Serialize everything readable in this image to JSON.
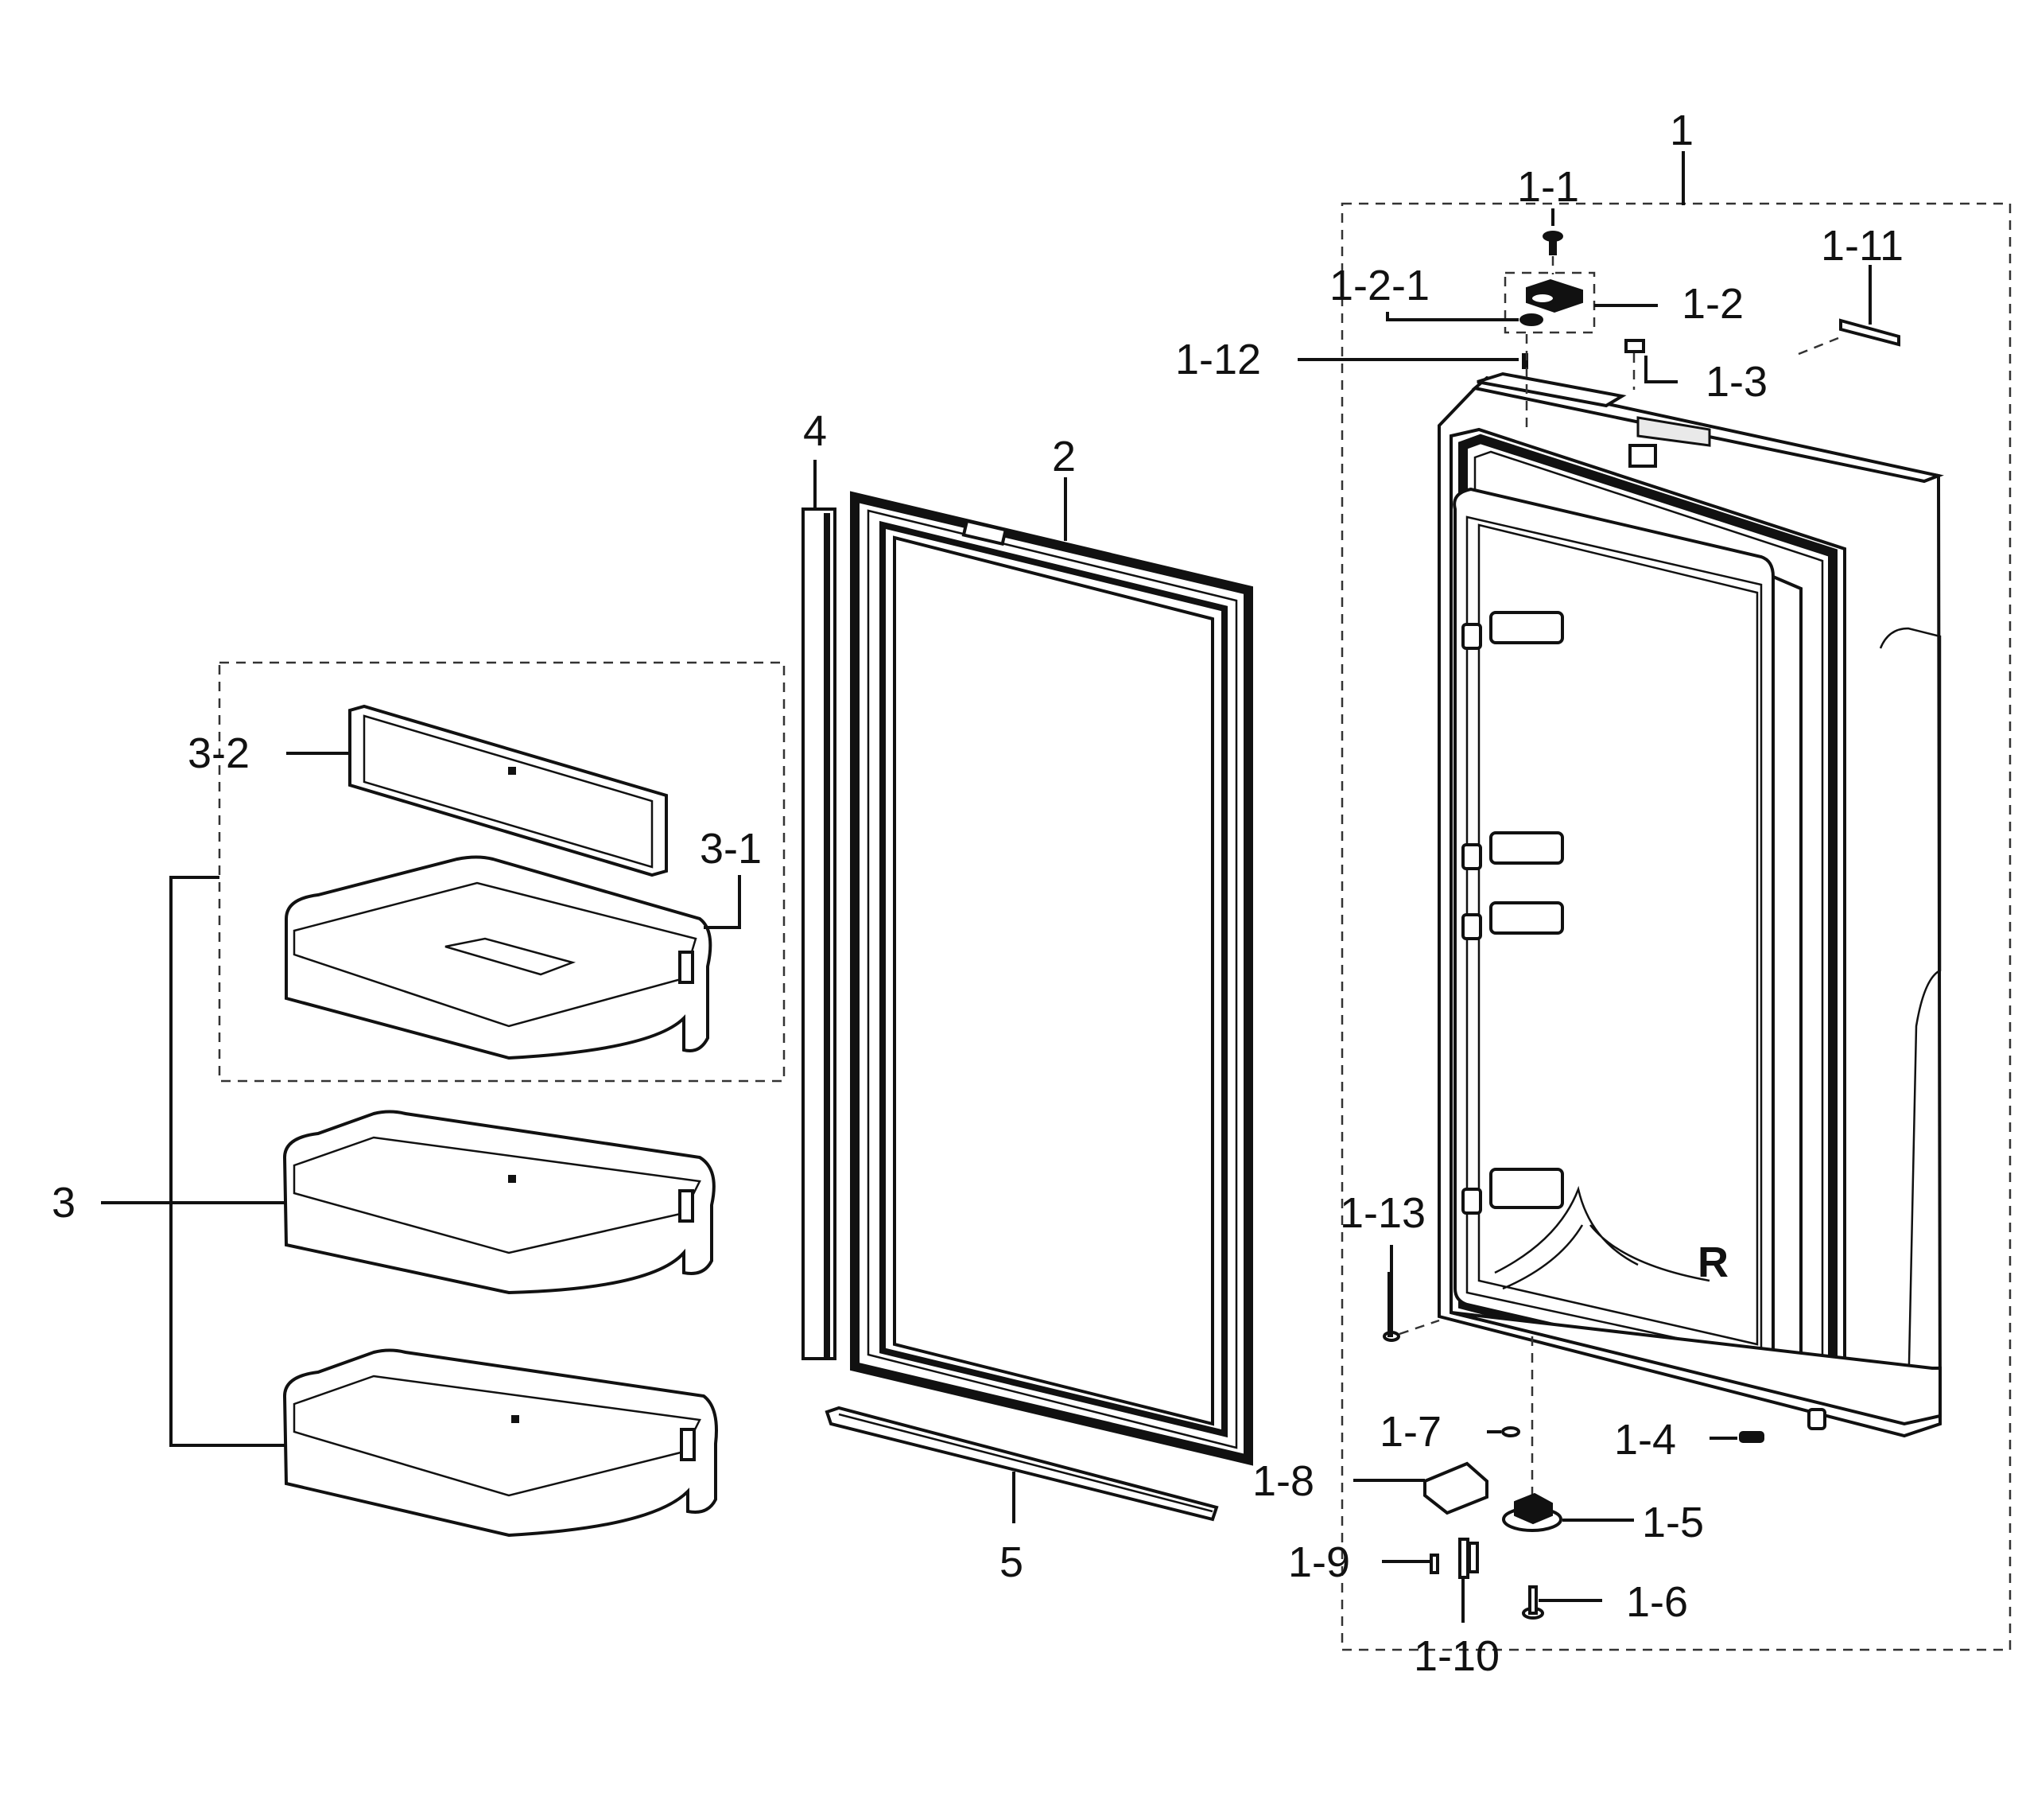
{
  "labels": {
    "p1": "1",
    "p1_1": "1-1",
    "p1_2": "1-2",
    "p1_2_1": "1-2-1",
    "p1_3": "1-3",
    "p1_4": "1-4",
    "p1_5": "1-5",
    "p1_6": "1-6",
    "p1_7": "1-7",
    "p1_8": "1-8",
    "p1_9": "1-9",
    "p1_10": "1-10",
    "p1_11": "1-11",
    "p1_12": "1-12",
    "p1_13": "1-13",
    "p2": "2",
    "p3": "3",
    "p3_1": "3-1",
    "p3_2": "3-2",
    "p4": "4",
    "p5": "5",
    "door_mark": "R"
  }
}
